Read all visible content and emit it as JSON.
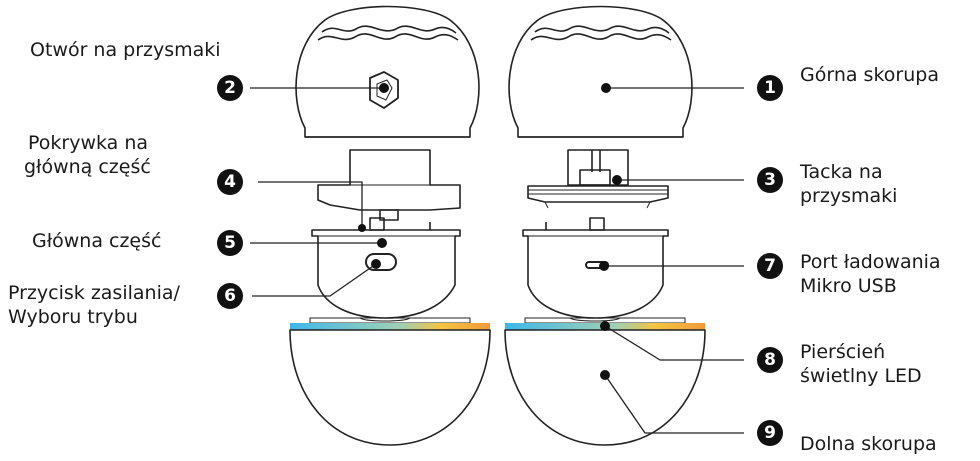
{
  "colors": {
    "outline": "#222222",
    "badge": "#111111",
    "led_gradient": [
      "#3fb7e8",
      "#f4c542",
      "#f29a3a"
    ]
  },
  "callouts": [
    {
      "id": "1",
      "label_lines": [
        "Górna skorupa"
      ]
    },
    {
      "id": "2",
      "label_lines": [
        "Otwór na przysmaki"
      ]
    },
    {
      "id": "3",
      "label_lines": [
        "Tacka na",
        "przysmaki"
      ]
    },
    {
      "id": "4",
      "label_lines": [
        "Pokrywka na",
        "główną część"
      ]
    },
    {
      "id": "5",
      "label_lines": [
        "Główna część"
      ]
    },
    {
      "id": "6",
      "label_lines": [
        "Przycisk zasilania/",
        "Wyboru trybu"
      ]
    },
    {
      "id": "7",
      "label_lines": [
        "Port ładowania",
        "Mikro USB"
      ]
    },
    {
      "id": "8",
      "label_lines": [
        "Pierścień",
        "świetlny LED"
      ]
    },
    {
      "id": "9",
      "label_lines": [
        "Dolna skorupa"
      ]
    }
  ]
}
